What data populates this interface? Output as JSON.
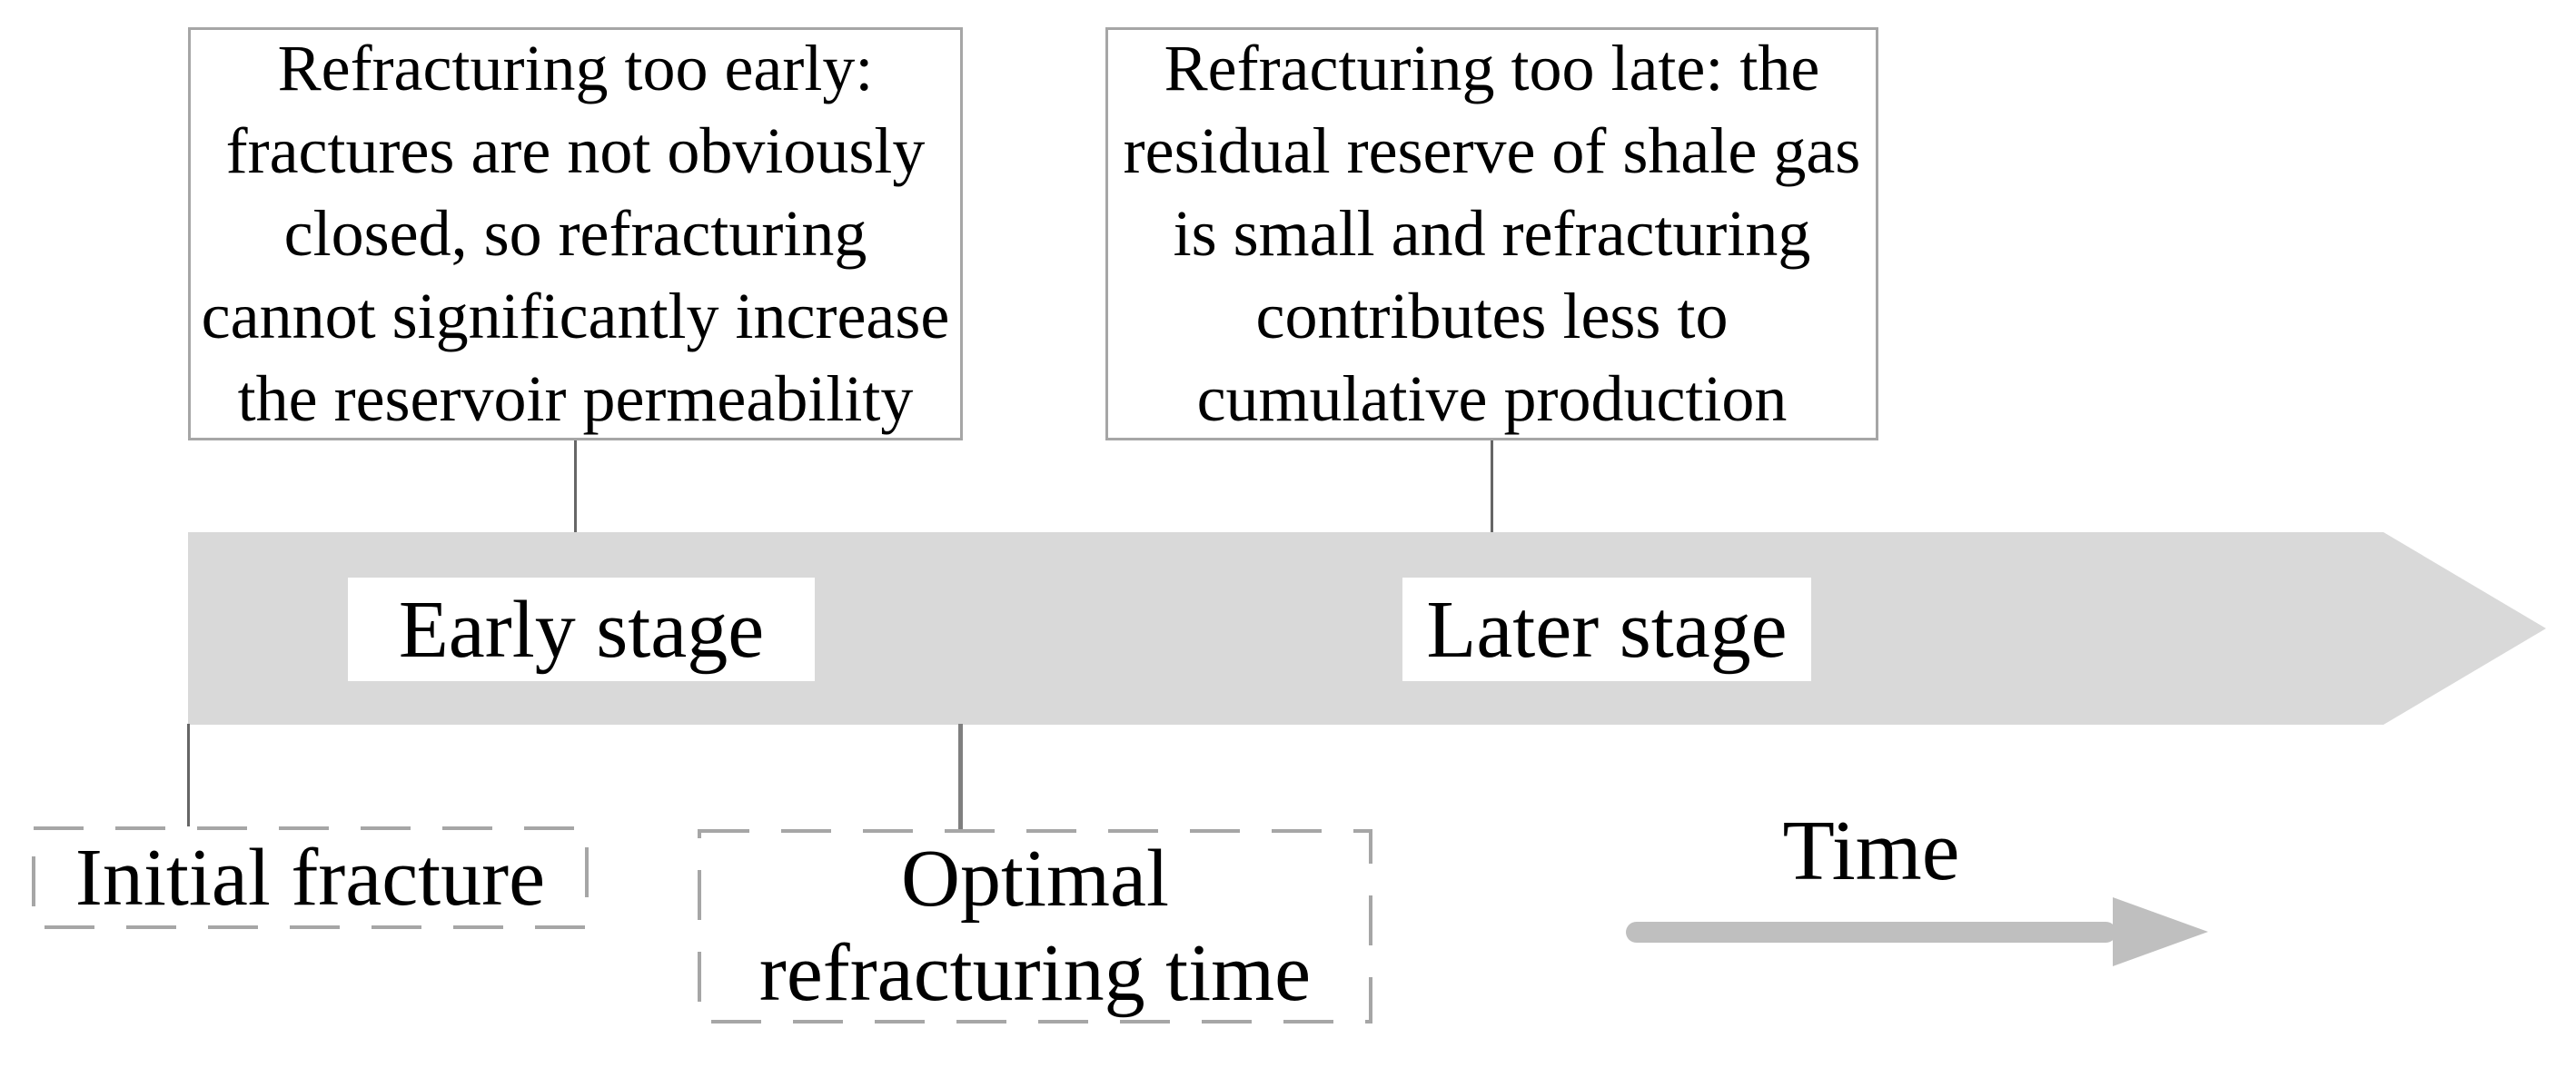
{
  "figure": {
    "callout_early": {
      "lines": [
        "Refracturing too early:",
        "fractures are not obviously",
        "closed, so refracturing",
        "cannot significantly increase",
        "the reservoir permeability"
      ]
    },
    "callout_late": {
      "lines": [
        "Refracturing too late: the",
        "residual reserve of shale gas",
        "is small and refracturing",
        "contributes less to",
        "cumulative production"
      ]
    },
    "timeline": {
      "early_stage": "Early stage",
      "later_stage": "Later stage"
    },
    "markers": {
      "initial_fracture": "Initial fracture",
      "optimal": {
        "lines": [
          "Optimal",
          "refracturing time"
        ]
      }
    },
    "time_axis": {
      "label": "Time"
    },
    "colors": {
      "timeline_arrow": "#d9d9d9",
      "time_arrow": "#bfbfbf",
      "dashed_border": "#a6a6a6",
      "callout_border": "#a6a6a6",
      "connector": "#666666",
      "optimal_connector": "#7f7f7f"
    }
  }
}
